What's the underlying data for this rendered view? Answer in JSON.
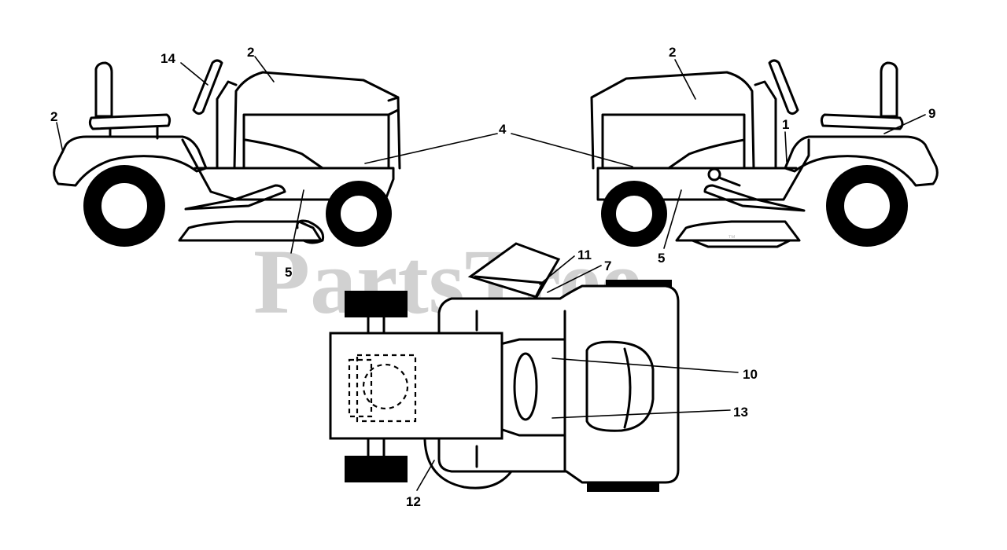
{
  "watermark": {
    "text": "PartsTree",
    "trademark": "™"
  },
  "callouts": {
    "c1": "1",
    "c2": "2",
    "c4": "4",
    "c5": "5",
    "c7": "7",
    "c9": "9",
    "c10": "10",
    "c11": "11",
    "c12": "12",
    "c13": "13",
    "c14": "14"
  },
  "colors": {
    "line": "#000000",
    "background": "#ffffff",
    "watermark": "#9a9a9a"
  }
}
